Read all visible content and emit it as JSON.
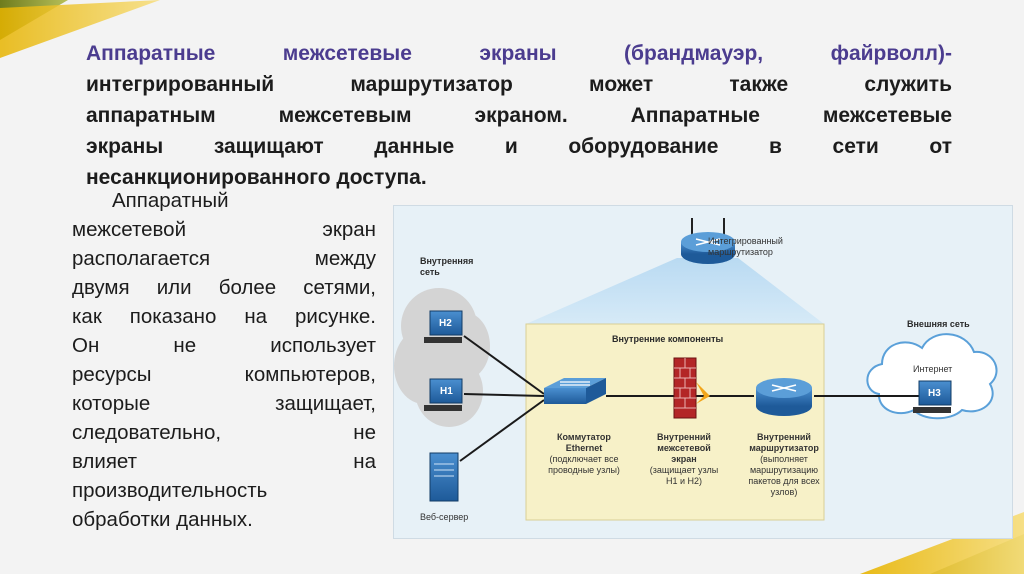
{
  "heading": {
    "lines": [
      "Аппаратные межсетевые экраны (брандмауэр, файрволл)-",
      "интегрированный маршрутизатор может также служить",
      "аппаратным межсетевым экраном. Аппаратные межсетевые",
      "экраны защищают данные и оборудование в сети от",
      "несанкционированного доступа."
    ]
  },
  "body": {
    "lines": [
      "Аппаратный",
      "межсетевой экран",
      "располагается между",
      "двумя или более сетями,",
      "как показано на рисунке.",
      "Он не использует",
      "ресурсы компьютеров,",
      "которые защищает,",
      "следовательно, не",
      "влияет на",
      "производительность",
      "обработки данных."
    ]
  },
  "diagram": {
    "integrated_router": [
      "Интегрированный",
      "маршрутизатор"
    ],
    "internal_network": [
      "Внутренняя",
      "сеть"
    ],
    "internal_components": "Внутренние компоненты",
    "external_network": "Внешняя сеть",
    "internet": "Интернет",
    "hosts": {
      "h1": "H1",
      "h2": "H2",
      "h3": "H3"
    },
    "web_server": "Веб-сервер",
    "switch_title": [
      "Коммутатор",
      "Ethernet"
    ],
    "switch_desc": [
      "(подключает все",
      "проводные узлы)"
    ],
    "firewall_title": [
      "Внутренний",
      "межсетевой",
      "экран"
    ],
    "firewall_desc": [
      "(защищает узлы",
      "H1 и H2)"
    ],
    "router_title": [
      "Внутренний",
      "маршрутизатор"
    ],
    "router_desc": [
      "(выполняет",
      "маршрутизацию",
      "пакетов для всех",
      "узлов)"
    ]
  },
  "colors": {
    "heading_accent": "#4b3c8f",
    "ribbon_dark": "#c9a214",
    "ribbon_light": "#f1d15c",
    "device_blue": "#2b6cb0",
    "panel_yellow": "#f7f1c8"
  }
}
